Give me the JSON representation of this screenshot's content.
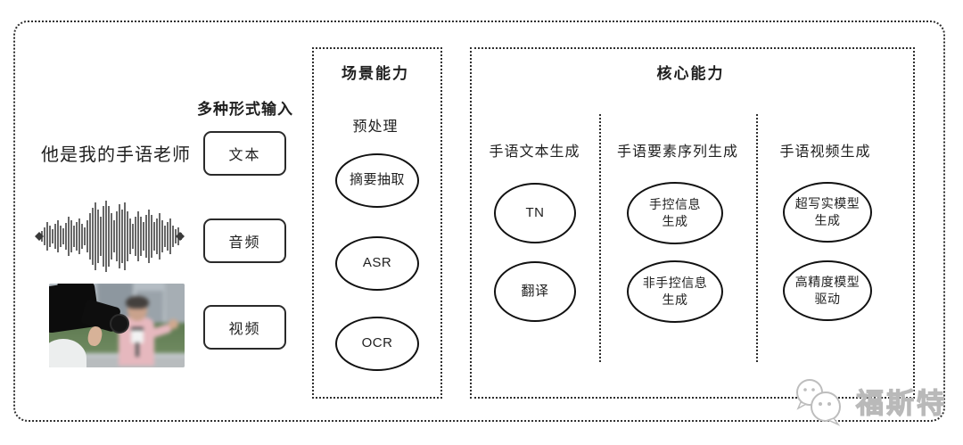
{
  "input_section": {
    "title": "多种形式输入",
    "text_sample": "他是我的手语老师",
    "items": [
      {
        "label": "文本"
      },
      {
        "label": "音频"
      },
      {
        "label": "视频"
      }
    ]
  },
  "scene_box": {
    "title": "场景能力",
    "subtitle": "预处理",
    "nodes": [
      "摘要抽取",
      "ASR",
      "OCR"
    ]
  },
  "core_box": {
    "title": "核心能力",
    "columns": [
      {
        "header": "手语文本生成",
        "nodes": [
          "TN",
          "翻译"
        ]
      },
      {
        "header": "手语要素序列生成",
        "nodes": [
          "手控信息\n生成",
          "非手控信息\n生成"
        ]
      },
      {
        "header": "手语视频生成",
        "nodes": [
          "超写实模型\n生成",
          "高精度模型\n驱动"
        ]
      }
    ]
  },
  "watermark": {
    "text": "福斯特"
  },
  "colors": {
    "ink": "#1f1f1f",
    "border": "#2f2f2f",
    "watermark_gray": "#bdbdbd"
  }
}
